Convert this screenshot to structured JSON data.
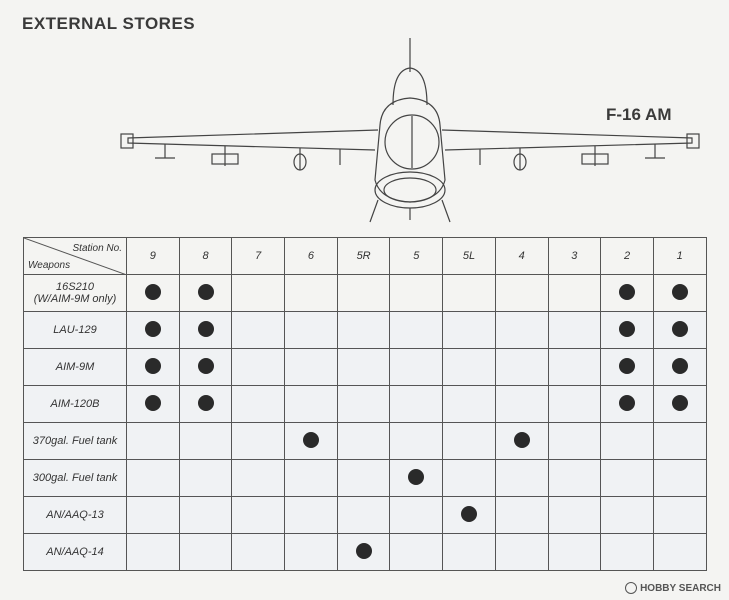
{
  "title": "EXTERNAL STORES",
  "aircraft_name": "F-16 AM",
  "table": {
    "station_header": "Station No.",
    "weapons_header": "Weapons",
    "stations": [
      "9",
      "8",
      "7",
      "6",
      "5R",
      "5",
      "5L",
      "4",
      "3",
      "2",
      "1"
    ],
    "rows": [
      {
        "label_lines": [
          "16S210",
          "(W/AIM-9M only)"
        ],
        "marks": [
          true,
          true,
          false,
          false,
          false,
          false,
          false,
          false,
          false,
          true,
          true
        ]
      },
      {
        "label_lines": [
          "LAU-129"
        ],
        "marks": [
          true,
          true,
          false,
          false,
          false,
          false,
          false,
          false,
          false,
          true,
          true
        ]
      },
      {
        "label_lines": [
          "AIM-9M"
        ],
        "marks": [
          true,
          true,
          false,
          false,
          false,
          false,
          false,
          false,
          false,
          true,
          true
        ]
      },
      {
        "label_lines": [
          "AIM-120B"
        ],
        "marks": [
          true,
          true,
          false,
          false,
          false,
          false,
          false,
          false,
          false,
          true,
          true
        ]
      },
      {
        "label_lines": [
          "370gal. Fuel tank"
        ],
        "marks": [
          false,
          false,
          false,
          true,
          false,
          false,
          false,
          true,
          false,
          false,
          false
        ]
      },
      {
        "label_lines": [
          "300gal. Fuel tank"
        ],
        "marks": [
          false,
          false,
          false,
          false,
          false,
          true,
          false,
          false,
          false,
          false,
          false
        ]
      },
      {
        "label_lines": [
          "AN/AAQ-13"
        ],
        "marks": [
          false,
          false,
          false,
          false,
          false,
          false,
          true,
          false,
          false,
          false,
          false
        ]
      },
      {
        "label_lines": [
          "AN/AAQ-14"
        ],
        "marks": [
          false,
          false,
          false,
          false,
          true,
          false,
          false,
          false,
          false,
          false,
          false
        ]
      }
    ]
  },
  "watermark": {
    "text": "HOBBY SEARCH",
    "icon": "hobby-search-logo-icon"
  }
}
